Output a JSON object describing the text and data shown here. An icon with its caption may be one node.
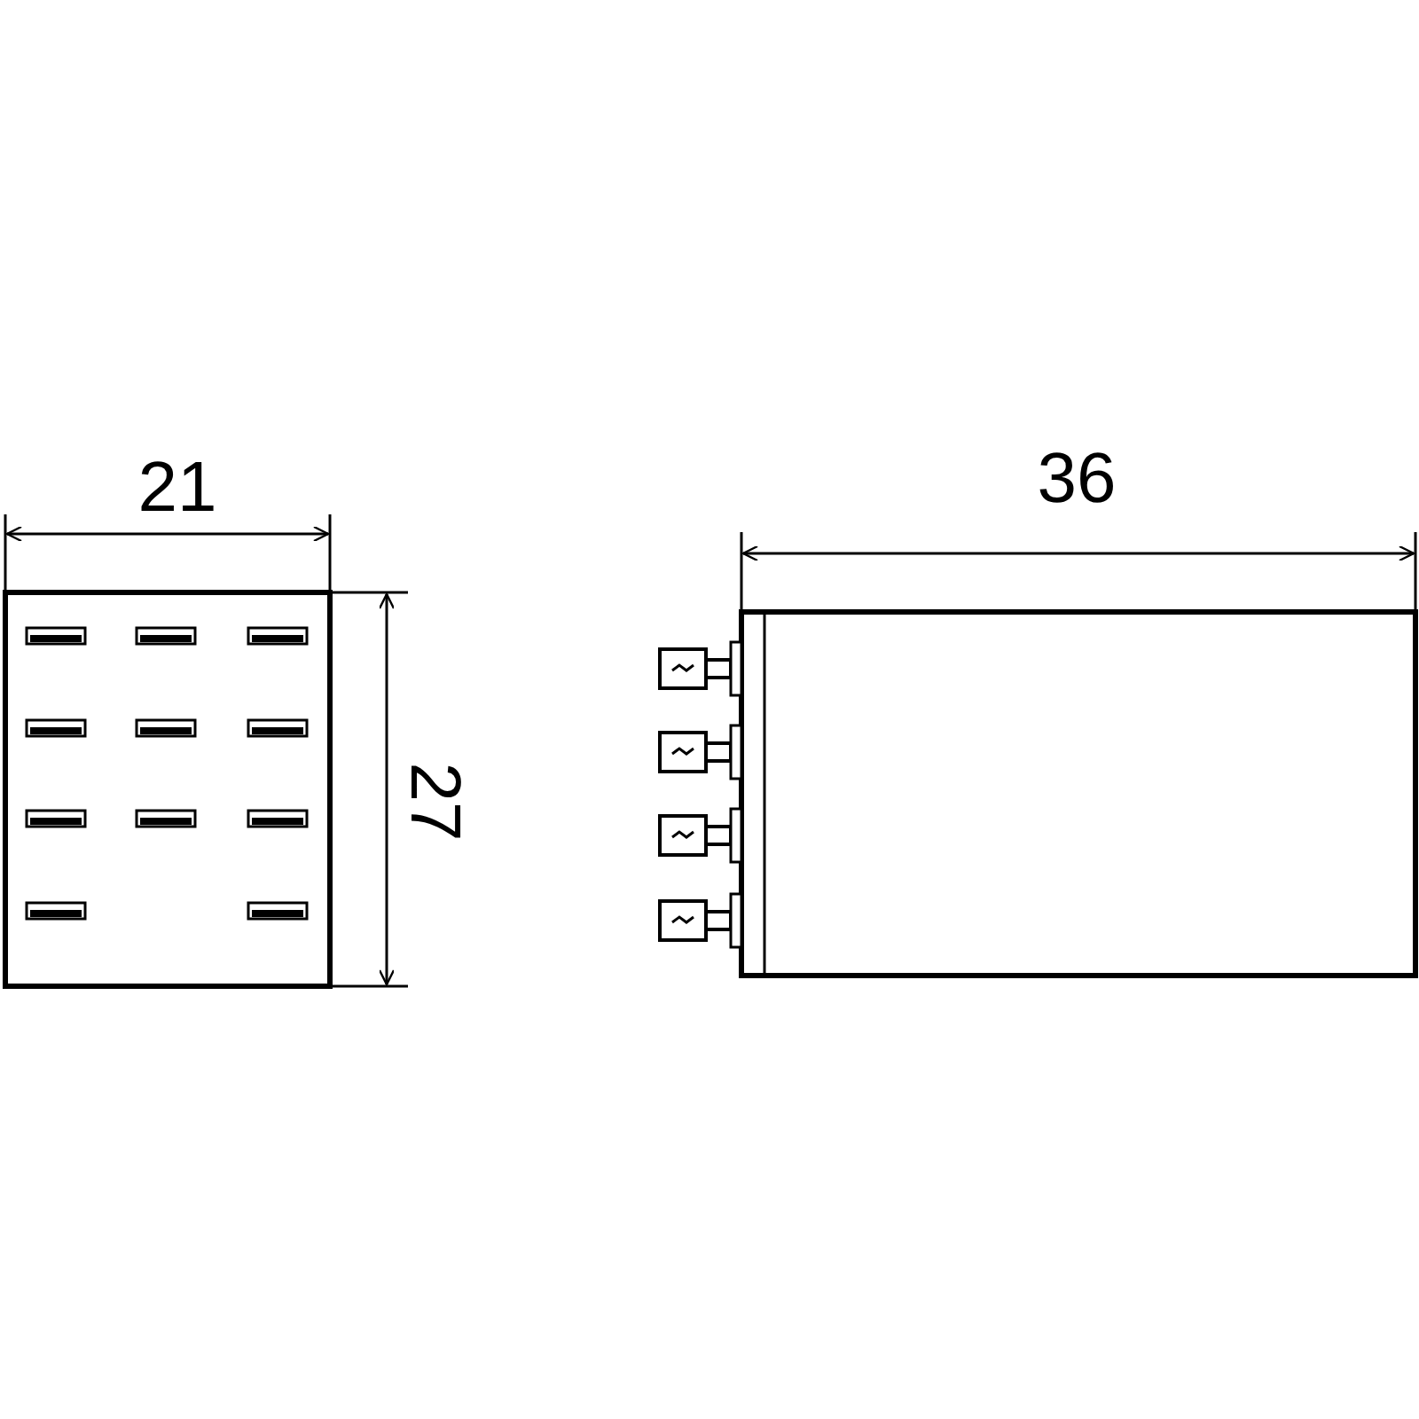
{
  "diagram": {
    "labels": [
      "21",
      "36",
      "27"
    ]
  }
}
